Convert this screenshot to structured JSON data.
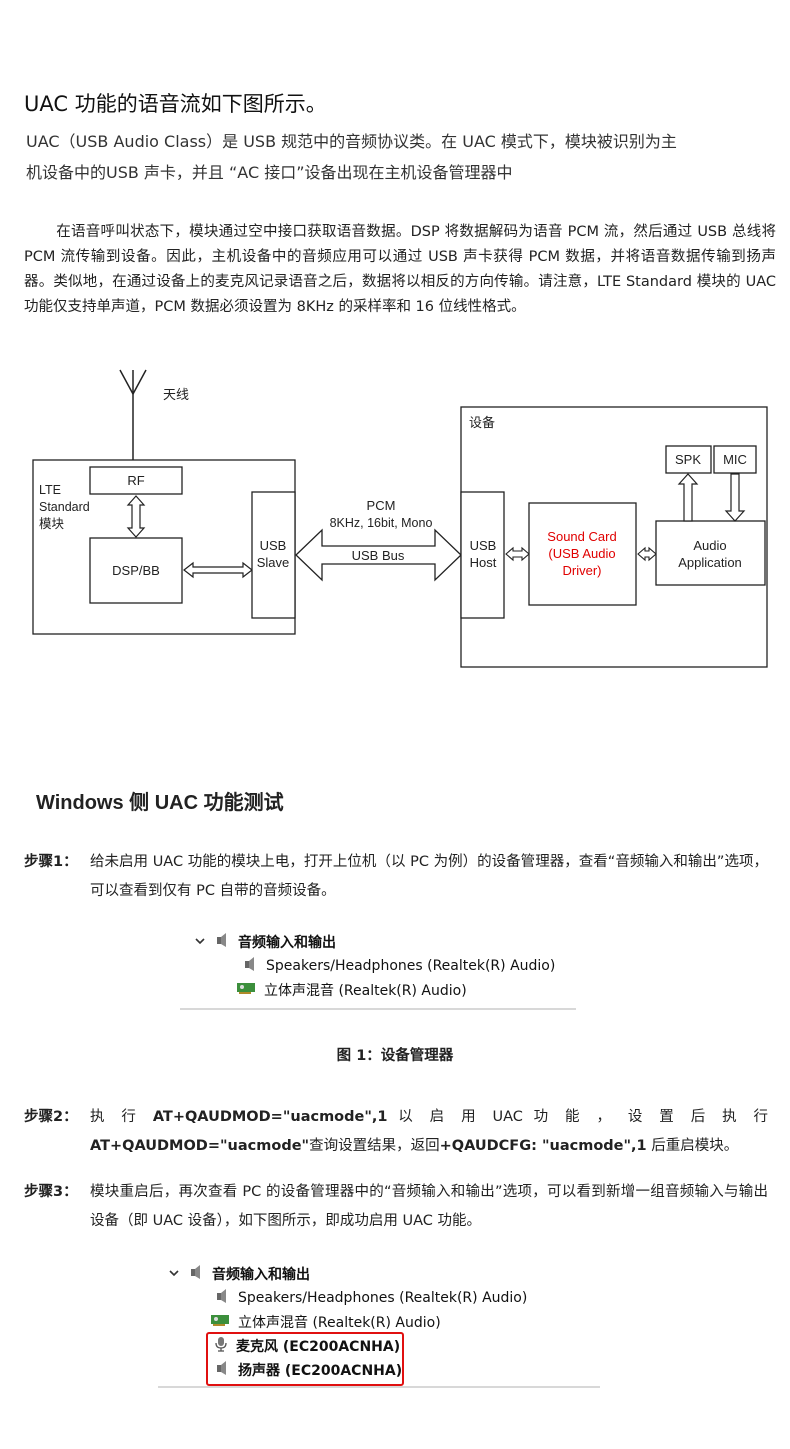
{
  "section1": {
    "title": "UAC 功能的语音流如下图所示。",
    "intro_lines": [
      "UAC（USB Audio Class）是 USB 规范中的音频协议类。在 UAC 模式下，模块被识别为主",
      "机设备中的USB 声卡，并且 “AC 接口”设备出现在主机设备管理器中"
    ],
    "paragraph": "在语音呼叫状态下，模块通过空中接口获取语音数据。DSP 将数据解码为语音 PCM 流，然后通过 USB 总线将 PCM 流传输到设备。因此，主机设备中的音频应用可以通过 USB 声卡获得 PCM 数据，并将语音数据传输到扬声器。类似地，在通过设备上的麦克风记录语音之后，数据将以相反的方向传输。请注意，LTE Standard 模块的 UAC 功能仅支持单声道，PCM 数据必须设置为 8KHz 的采样率和 16 位线性格式。"
  },
  "diagram": {
    "antenna_label": "天线",
    "device_label": "设备",
    "module_label": [
      "LTE",
      "Standard",
      "模块"
    ],
    "rf": "RF",
    "dsp": "DSP/BB",
    "usb_slave": [
      "USB",
      "Slave"
    ],
    "pcm": "PCM",
    "pcm_spec": "8KHz, 16bit, Mono",
    "usb_bus": "USB Bus",
    "usb_host": [
      "USB",
      "Host"
    ],
    "sound_card": [
      "Sound Card",
      "(USB Audio",
      "Driver)"
    ],
    "audio_app": [
      "Audio",
      "Application"
    ],
    "spk": "SPK",
    "mic": "MIC",
    "sound_card_color": "#e00000"
  },
  "section2": {
    "title": "Windows 侧 UAC 功能测试",
    "step1_label": "步骤1：",
    "step1_text": "给未启用 UAC 功能的模块上电，打开上位机（以 PC 为例）的设备管理器，查看“音频输入和输出”选项，可以查看到仅有 PC 自带的音频设备。",
    "screenshot1": {
      "group": "音频输入和输出",
      "items": [
        "Speakers/Headphones (Realtek(R) Audio)",
        "立体声混音 (Realtek(R) Audio)"
      ]
    },
    "figure_caption": "图 1：设备管理器",
    "step2_label": "步骤2：",
    "step2_parts": [
      "执 行 ",
      "AT+QAUDMOD=\"uacmode\",1",
      " 以 启 用 UAC 功 能 ， 设 置 后 执 行 ",
      "AT+QAUDMOD=\"uacmode\"",
      "查询设置结果，返回",
      "+QAUDCFG: \"uacmode\",1",
      " 后重启模块。"
    ],
    "step3_label": "步骤3：",
    "step3_text": "模块重启后，再次查看 PC 的设备管理器中的“音频输入和输出”选项，可以看到新增一组音频输入与输出设备（即 UAC 设备），如下图所示，即成功启用 UAC 功能。",
    "screenshot2": {
      "group": "音频输入和输出",
      "items": [
        "Speakers/Headphones (Realtek(R) Audio)",
        "立体声混音 (Realtek(R) Audio)"
      ],
      "new_items": [
        "麦克风 (EC200ACNHA)",
        "扬声器 (EC200ACNHA)"
      ],
      "highlight_color": "#e01010"
    }
  }
}
